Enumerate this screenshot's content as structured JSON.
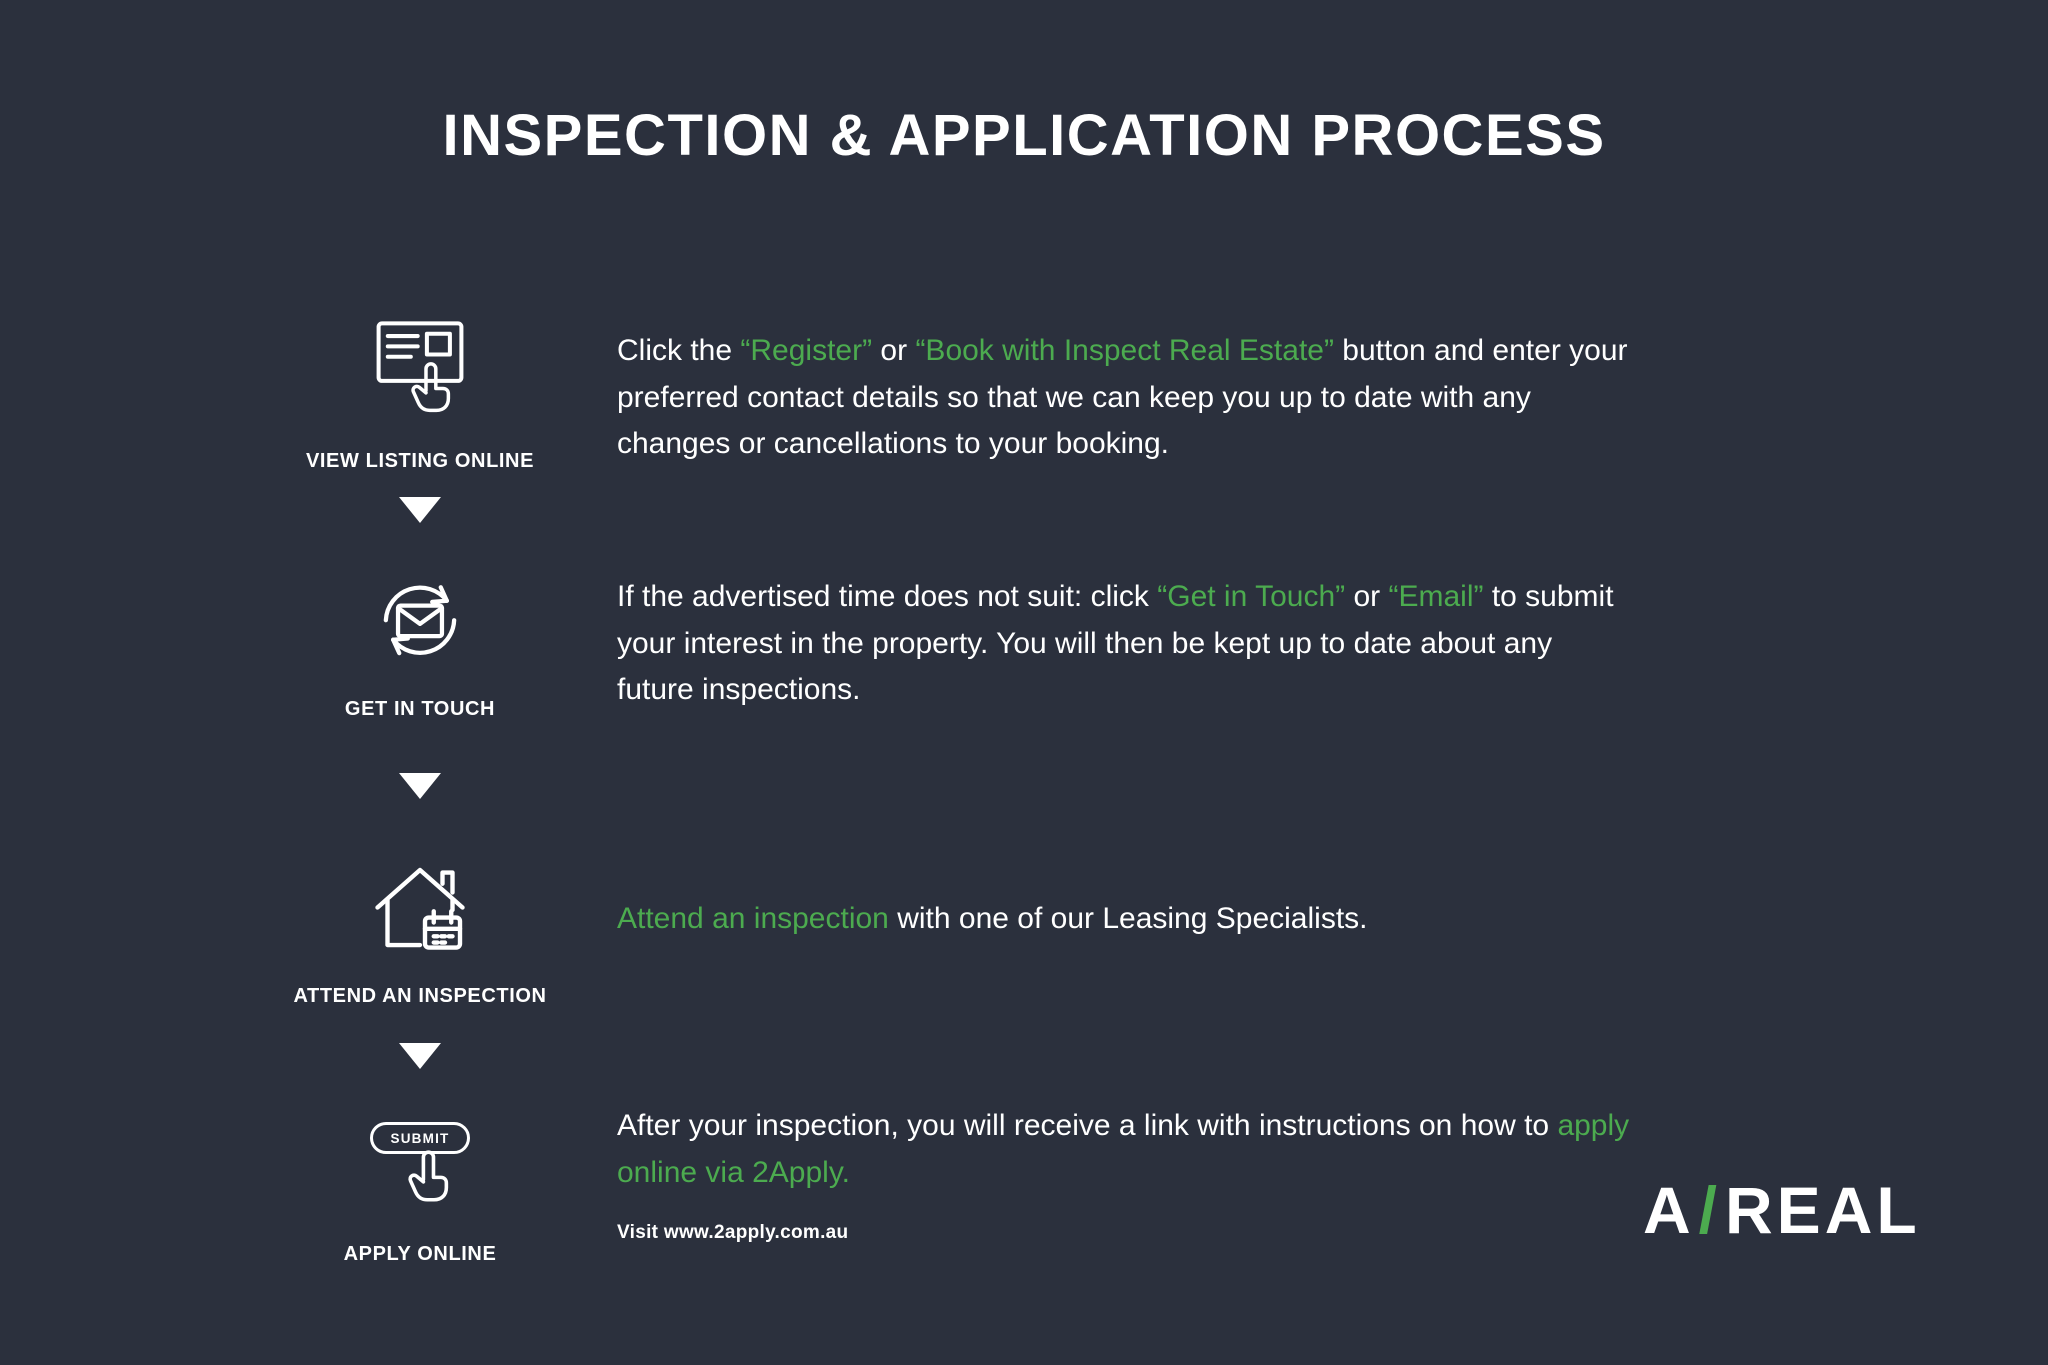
{
  "page": {
    "title": "INSPECTION & APPLICATION PROCESS",
    "background": "#2b303d",
    "accent": "#4cab4f",
    "text_color": "#ffffff"
  },
  "steps": [
    {
      "label": "VIEW LISTING ONLINE",
      "icon": "view-listing-online-icon",
      "segments": [
        {
          "text": "Click the ",
          "color": "#ffffff"
        },
        {
          "text": "“Register”",
          "color": "#4cab4f"
        },
        {
          "text": " or ",
          "color": "#ffffff"
        },
        {
          "text": "“Book with Inspect Real Estate”",
          "color": "#4cab4f"
        },
        {
          "text": " button and enter your preferred contact details so that we can keep you up to date with any changes or cancellations to your booking.",
          "color": "#ffffff"
        }
      ]
    },
    {
      "label": "GET IN TOUCH",
      "icon": "get-in-touch-icon",
      "segments": [
        {
          "text": "If the advertised time does not suit: click ",
          "color": "#ffffff"
        },
        {
          "text": "“Get in Touch”",
          "color": "#4cab4f"
        },
        {
          "text": " or ",
          "color": "#ffffff"
        },
        {
          "text": "“Email”",
          "color": "#4cab4f"
        },
        {
          "text": " to submit your interest in the property. You will then be kept up to date about any future inspections.",
          "color": "#ffffff"
        }
      ]
    },
    {
      "label": "ATTEND AN INSPECTION",
      "icon": "attend-inspection-icon",
      "segments": [
        {
          "text": "Attend an inspection",
          "color": "#4cab4f"
        },
        {
          "text": " with one of our Leasing Specialists.",
          "color": "#ffffff"
        }
      ]
    },
    {
      "label": "APPLY ONLINE",
      "icon": "apply-online-icon",
      "button_label": "SUBMIT",
      "segments": [
        {
          "text": "After your inspection, you will receive a link with instructions on how to ",
          "color": "#ffffff"
        },
        {
          "text": "apply online via 2Apply.",
          "color": "#4cab4f"
        }
      ],
      "note": "Visit www.2apply.com.au"
    }
  ],
  "logo": {
    "part1": "A",
    "slash": "/",
    "part2": "REAL",
    "slash_color": "#4cab4f"
  }
}
